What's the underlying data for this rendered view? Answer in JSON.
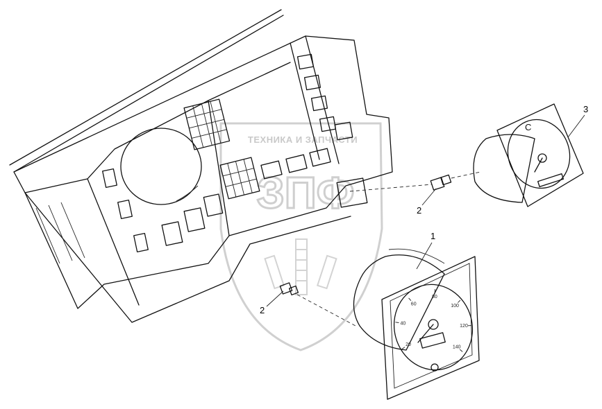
{
  "watermark": {
    "text": "ТЕХНИКА И ЗАПЧАСТИ",
    "logo_text": "ЗПФ",
    "color": "#c8c8c8"
  },
  "callouts": [
    {
      "label": "1",
      "part": "speedometer"
    },
    {
      "label": "2",
      "part": "connector-upper"
    },
    {
      "label": "2",
      "part": "connector-lower"
    },
    {
      "label": "3",
      "part": "clock"
    }
  ],
  "speedometer": {
    "scale": [
      "20",
      "40",
      "60",
      "80",
      "100",
      "120",
      "140"
    ]
  },
  "clock": {
    "mark": "C"
  },
  "line_color": "#111111"
}
